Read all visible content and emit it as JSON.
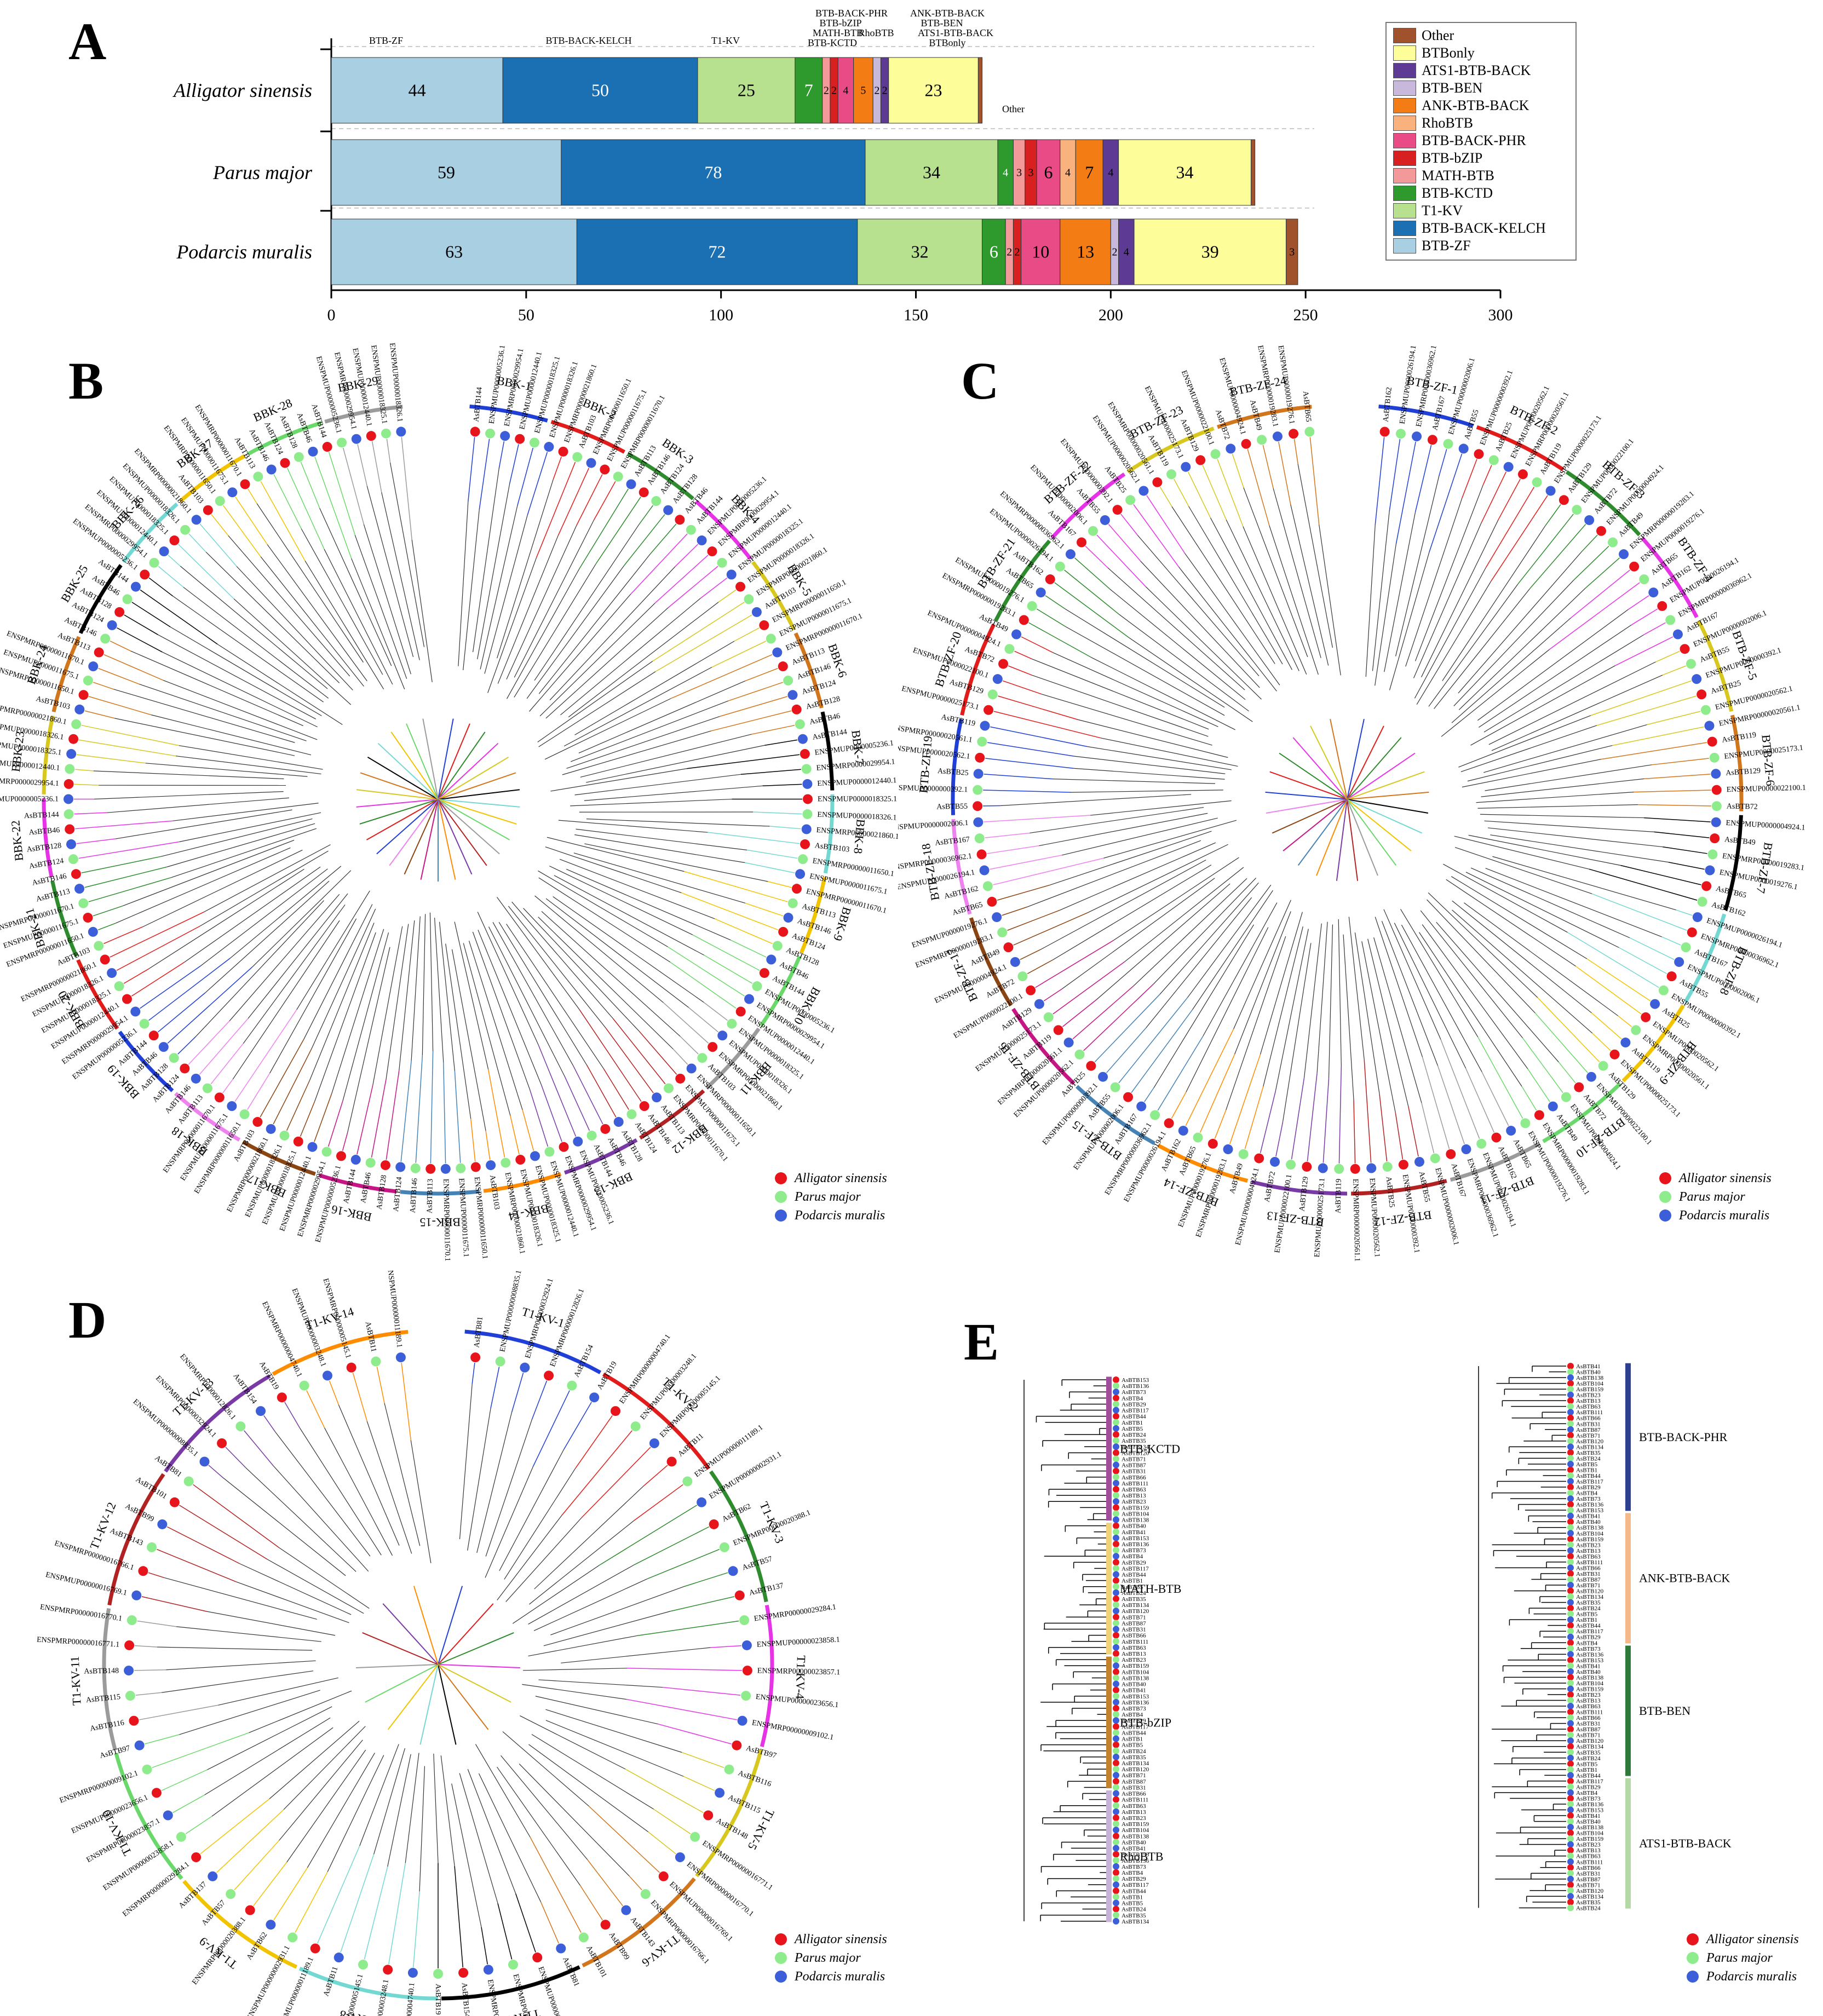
{
  "panels": {
    "A": "A",
    "B": "B",
    "C": "C",
    "D": "D",
    "E": "E"
  },
  "chart_data": {
    "type": "bar",
    "orientation": "horizontal-stacked",
    "categories": [
      "Alligator sinensis",
      "Parus major",
      "Podarcis muralis"
    ],
    "xlim": [
      0,
      300
    ],
    "xticks": [
      0,
      50,
      100,
      150,
      200,
      250,
      300
    ],
    "series": [
      {
        "name": "BTB-ZF",
        "color": "#a9cfe3",
        "values": [
          44,
          59,
          63
        ]
      },
      {
        "name": "BTB-BACK-KELCH",
        "color": "#1b6fb3",
        "values": [
          50,
          78,
          72
        ]
      },
      {
        "name": "T1-KV",
        "color": "#b7e08f",
        "values": [
          25,
          34,
          32
        ]
      },
      {
        "name": "BTB-KCTD",
        "color": "#2e9a2e",
        "values": [
          7,
          4,
          6
        ]
      },
      {
        "name": "MATH-BTB",
        "color": "#f39999",
        "values": [
          2,
          3,
          2
        ]
      },
      {
        "name": "BTB-bZIP",
        "color": "#d92020",
        "values": [
          2,
          3,
          2
        ]
      },
      {
        "name": "BTB-BACK-PHR",
        "color": "#e84b86",
        "values": [
          4,
          6,
          10
        ]
      },
      {
        "name": "RhoBTB",
        "color": "#f9b27d",
        "values": [
          0,
          4,
          0
        ]
      },
      {
        "name": "ANK-BTB-BACK",
        "color": "#f47c14",
        "values": [
          5,
          7,
          13
        ]
      },
      {
        "name": "BTB-BEN",
        "color": "#c7b8dc",
        "values": [
          2,
          0,
          2
        ]
      },
      {
        "name": "ATS1-BTB-BACK",
        "color": "#5d3a93",
        "values": [
          2,
          4,
          4
        ]
      },
      {
        "name": "BTBonly",
        "color": "#fdfd9a",
        "values": [
          23,
          34,
          39
        ]
      },
      {
        "name": "Other",
        "color": "#a0522d",
        "values": [
          1,
          1,
          3
        ]
      }
    ],
    "segment_labels": [
      [
        "44",
        "50",
        "25",
        "7",
        "2",
        "2",
        "4",
        "",
        "5",
        "2",
        "2",
        "23",
        ""
      ],
      [
        "59",
        "78",
        "34",
        "4",
        "3",
        "3",
        "6",
        "4",
        "7",
        "",
        "4",
        "34",
        ""
      ],
      [
        "63",
        "72",
        "32",
        "6",
        "2",
        "2",
        "10",
        "",
        "13",
        "2",
        "4",
        "39",
        "3"
      ]
    ],
    "top_annotations": [
      "BTB-ZF",
      "BTB-BACK-KELCH",
      "T1-KV",
      "MATH-BTB",
      "BTB-KCTD",
      "BTB-bZIP",
      "BTB-BACK-PHR",
      "RhoBTB",
      "ANK-BTB-BACK",
      "BTB-BEN",
      "ATS1-BTB-BACK",
      "BTBonly",
      "Other"
    ],
    "legend_order": [
      "Other",
      "BTBonly",
      "ATS1-BTB-BACK",
      "BTB-BEN",
      "ANK-BTB-BACK",
      "RhoBTB",
      "BTB-BACK-PHR",
      "BTB-bZIP",
      "MATH-BTB",
      "BTB-KCTD",
      "T1-KV",
      "BTB-BACK-KELCH",
      "BTB-ZF"
    ],
    "legend_position": "right"
  },
  "species_legend": [
    {
      "name": "Alligator sinensis",
      "color": "#e8141b"
    },
    {
      "name": "Parus major",
      "color": "#8fec8c"
    },
    {
      "name": "Podarcis muralis",
      "color": "#3c5ed8"
    }
  ],
  "trees": {
    "B": {
      "clades": [
        "BBK-1",
        "BBK-2",
        "BBK-3",
        "BBK-4",
        "BBK-5",
        "BBK-6",
        "BBK-7",
        "BBK-8",
        "BBK-9",
        "BBK-10",
        "BBK-11",
        "BBK-12",
        "BBK-13",
        "BBK-14",
        "BBK-15",
        "BBK-16",
        "BBK-17",
        "BBK-18",
        "BBK-19",
        "BBK-20",
        "BBK-21",
        "BBK-22",
        "BBK-23",
        "BBK-24",
        "BBK-25",
        "BBK-26",
        "BBK-27",
        "BBK-28",
        "BBK-29"
      ],
      "sample_leaves": [
        "AsBTB144",
        "ENSPMUP0000005236.1",
        "ENSPMRP0000029954.1",
        "ENSPMUP0000012440.1",
        "ENSPMUP0000018325.1",
        "ENSPMUP0000018326.1",
        "ENSPMRP00000021860.1",
        "AsBTB103",
        "ENSPMRP00000011650.1",
        "ENSPMUP0000011675.1",
        "ENSPMRP00000011670.1",
        "AsBTB113",
        "AsBTB146",
        "AsBTB124",
        "AsBTB128",
        "AsBTB46"
      ]
    },
    "C": {
      "clades": [
        "BTB-ZF-1",
        "BTB-ZF-2",
        "BTB-ZF-3",
        "BTB-ZF-4",
        "BTB-ZF-5",
        "BTB-ZF-6",
        "BTB-ZF-7",
        "BTB-ZF-8",
        "BTB-ZF-9",
        "BTB-ZF-10",
        "BTB-ZF-11",
        "BTB-ZF-12",
        "BTB-ZF-13",
        "BTB-ZF-14",
        "BTB-ZF-15",
        "BTB-ZF-16",
        "BTB-ZF-17",
        "BTB-ZF-18",
        "BTB-ZF-19",
        "BTB-ZF-20",
        "BTB-ZF-21",
        "BTB-ZF-22",
        "BTB-ZF-23",
        "BTB-ZF-24"
      ],
      "sample_leaves": [
        "AsBTB162",
        "ENSPMUP0000026194.1",
        "ENSPMRP00000036962.1",
        "AsBTB167",
        "ENSPMUP0000002006.1",
        "AsBTB55",
        "ENSPMUP0000000392.1",
        "AsBTB25",
        "ENSPMUP0000020562.1",
        "ENSPMRP00000020561.1",
        "AsBTB119",
        "ENSPMUP0000025173.1",
        "AsBTB129",
        "ENSPMUP0000022100.1",
        "AsBTB72",
        "ENSPMUP0000004924.1",
        "AsBTB49",
        "ENSPMRP00000019283.1",
        "ENSPMUP0000019276.1",
        "AsBTB65"
      ]
    },
    "D": {
      "clades": [
        "T1-KV-1",
        "T1-KV-2",
        "T1-KV-3",
        "T1-KV-4",
        "T1-KV-5",
        "T1-KV-6",
        "T1-KV-7",
        "T1-KV-8",
        "T1-KV-9",
        "T1-KV-10",
        "T1-KV-11",
        "T1-KV-12",
        "T1-KV-13",
        "T1-KV-14"
      ],
      "leaves_right": [
        "AsBTB81",
        "ENSPMUP00000008835.1",
        "ENSPMRP00000032924.1",
        "ENSPMRP00000012826.1",
        "AsBTB154",
        "AsBTB19",
        "ENSPMRP00000004740.1",
        "ENSPMUP00000003248.1"
      ],
      "leaves_left": [
        "ENSPMRP00000005145.1",
        "AsBTB11",
        "ENSPMUP00000011189.1",
        "ENSPMUP00000002931.1",
        "AsBTB62",
        "ENSPMRP00000020388.1",
        "AsBTB57",
        "AsBTB137",
        "ENSPMRP00000029284.1",
        "ENSPMUP00000023858.1",
        "ENSPMRP00000023857.1",
        "ENSPMUP00000023656.1",
        "ENSPMRP00000009102.1",
        "AsBTB97",
        "AsBTB116"
      ],
      "leaves_top": [
        "AsBTB115",
        "AsBTB148",
        "ENSPMRP00000016771.1",
        "ENSPMRP00000016770.1",
        "ENSPMUP00000016769.1",
        "ENSPMRP00000016766.1",
        "AsBTB143",
        "AsBTB99",
        "AsBTB101"
      ]
    },
    "E": {
      "groups_left": [
        "BTB-KCTD",
        "MATH-BTB",
        "BTB-bZIP",
        "RhoBTB"
      ],
      "groups_right": [
        "BTB-BACK-PHR",
        "ANK-BTB-BACK",
        "BTB-BEN",
        "ATS1-BTB-BACK"
      ],
      "group_colors": {
        "BTB-KCTD": "#a24d9c",
        "MATH-BTB": "#f0d27a",
        "BTB-bZIP": "#c3812b",
        "RhoBTB": "#c7b3d6",
        "BTB-BACK-PHR": "#2e3f8f",
        "ANK-BTB-BACK": "#f3b98a",
        "BTB-BEN": "#2f7a3a",
        "ATS1-BTB-BACK": "#b5d9a4"
      },
      "sample_leaves": [
        "AsBTB153",
        "AsBTB136",
        "AsBTB73",
        "AsBTB4",
        "AsBTB29",
        "AsBTB117",
        "AsBTB44",
        "AsBTB1",
        "AsBTB5",
        "AsBTB24",
        "AsBTB35",
        "AsBTB134",
        "AsBTB120",
        "AsBTB71",
        "AsBTB87",
        "AsBTB31",
        "AsBTB66",
        "AsBTB111",
        "AsBTB63",
        "AsBTB13",
        "AsBTB23",
        "AsBTB159",
        "AsBTB104",
        "AsBTB138",
        "AsBTB40",
        "AsBTB41"
      ]
    }
  }
}
